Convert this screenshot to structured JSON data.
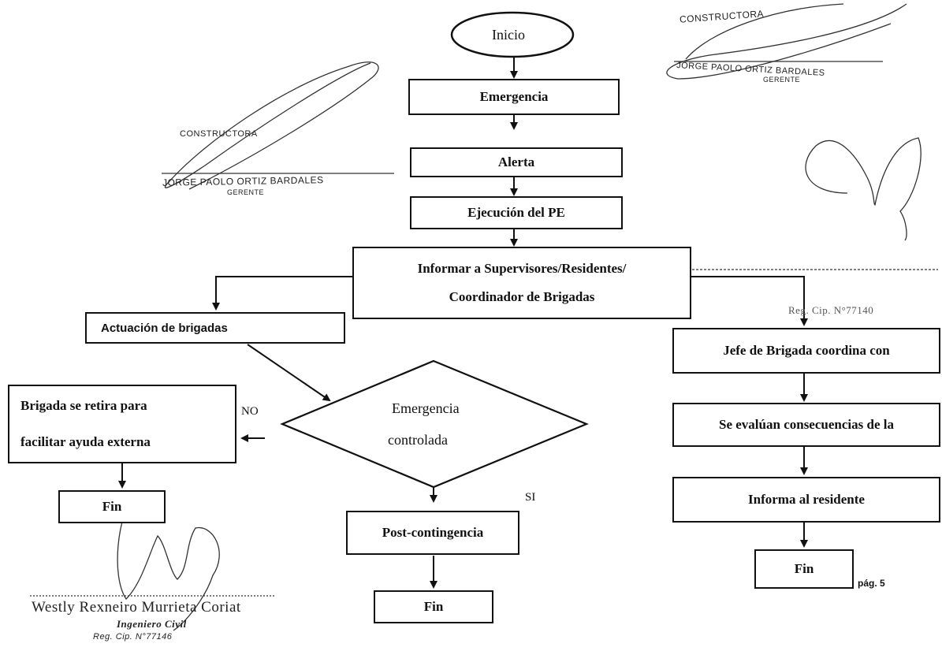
{
  "flowchart": {
    "start": "Inicio",
    "emergency": "Emergencia",
    "alert": "Alerta",
    "execute": "Ejecución del PE",
    "inform": [
      "Informar a Supervisores/Residentes/",
      "Coordinador de Brigadas"
    ],
    "brigades": "Actuación de brigadas",
    "decision": [
      "Emergencia",
      "controlada"
    ],
    "no": "NO",
    "yes": "SI",
    "withdraw": [
      "Brigada se retira para",
      "facilitar ayuda externa"
    ],
    "end_left": "Fin",
    "post": "Post-contingencia",
    "end_middle": "Fin",
    "coordinate": "Jefe de Brigada coordina con",
    "evaluate": "Se evalúan consecuencias de la",
    "report": "Informa al residente",
    "end_right": "Fin"
  },
  "page_number": "pág. 5",
  "stamps": {
    "top_right": {
      "company": "CONSTRUCTORA",
      "name": "JORGE PAOLO ORTIZ BARDALES",
      "role": "GERENTE"
    },
    "left": {
      "company": "CONSTRUCTORA",
      "name": "JORGE PAOLO ORTIZ BARDALES",
      "role": "GERENTE"
    },
    "bottom_left": {
      "name": "Westly Rexneiro Murrieta Coriat",
      "title": "Ingeniero Civil",
      "reg": "Reg. Cip. N°77146"
    },
    "right_partial": "Reg. Cip. N°77140"
  }
}
